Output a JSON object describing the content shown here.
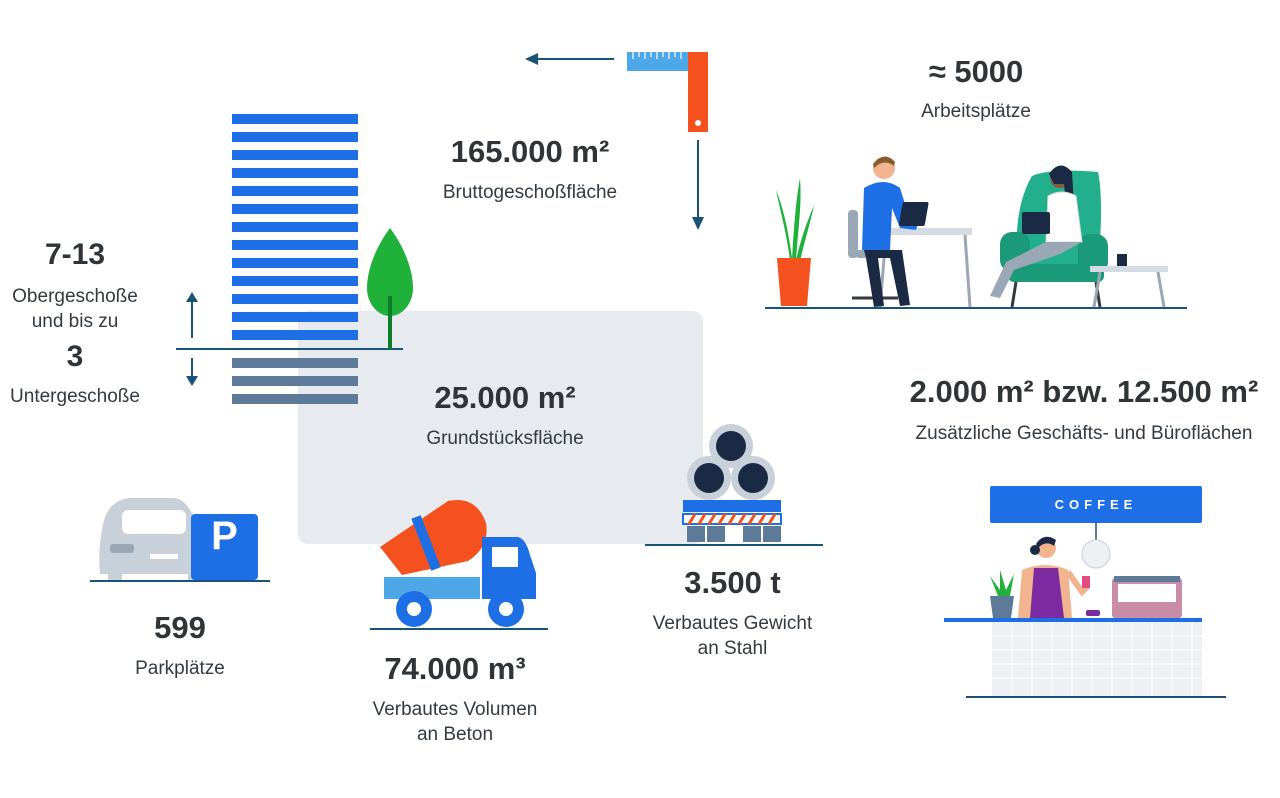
{
  "colors": {
    "blue": "#1e6ee6",
    "slate": "#5d7b99",
    "navy": "#1b5278",
    "orange": "#f4511e",
    "green": "#1fb13a",
    "plot": "#e7ebf0"
  },
  "stats": {
    "floors": {
      "num_top": "7-13",
      "line1": "Obergeschoße",
      "line2": "und bis zu",
      "num_bottom": "3",
      "line3": "Untergeschoße"
    },
    "gross_area": {
      "value": "165.000 m²",
      "label": "Bruttogeschoßfläche"
    },
    "jobs": {
      "value": "≈ 5000",
      "label": "Arbeitsplätze"
    },
    "plot_area": {
      "value": "25.000 m²",
      "label": "Grundstücksfläche"
    },
    "commercial": {
      "value": "2.000 m² bzw. 12.500 m²",
      "label": "Zusätzliche Geschäfts- und Büroflächen"
    },
    "parking": {
      "value": "599",
      "label": "Parkplätze"
    },
    "concrete": {
      "value": "74.000 m³",
      "line1": "Verbautes Volumen",
      "line2": "an Beton"
    },
    "steel": {
      "value": "3.500 t",
      "line1": "Verbautes Gewicht",
      "line2": "an Stahl"
    }
  },
  "icons": {
    "building": "building-icon",
    "tree": "tree-icon",
    "ruler": "ruler-icon",
    "office": "office-workers-icon",
    "parking": "parking-icon",
    "mixer": "concrete-mixer-icon",
    "steel": "steel-pipes-icon",
    "cafe": "coffee-shop-icon"
  },
  "coffee_sign": "COFFEE",
  "parking_sign": "P"
}
